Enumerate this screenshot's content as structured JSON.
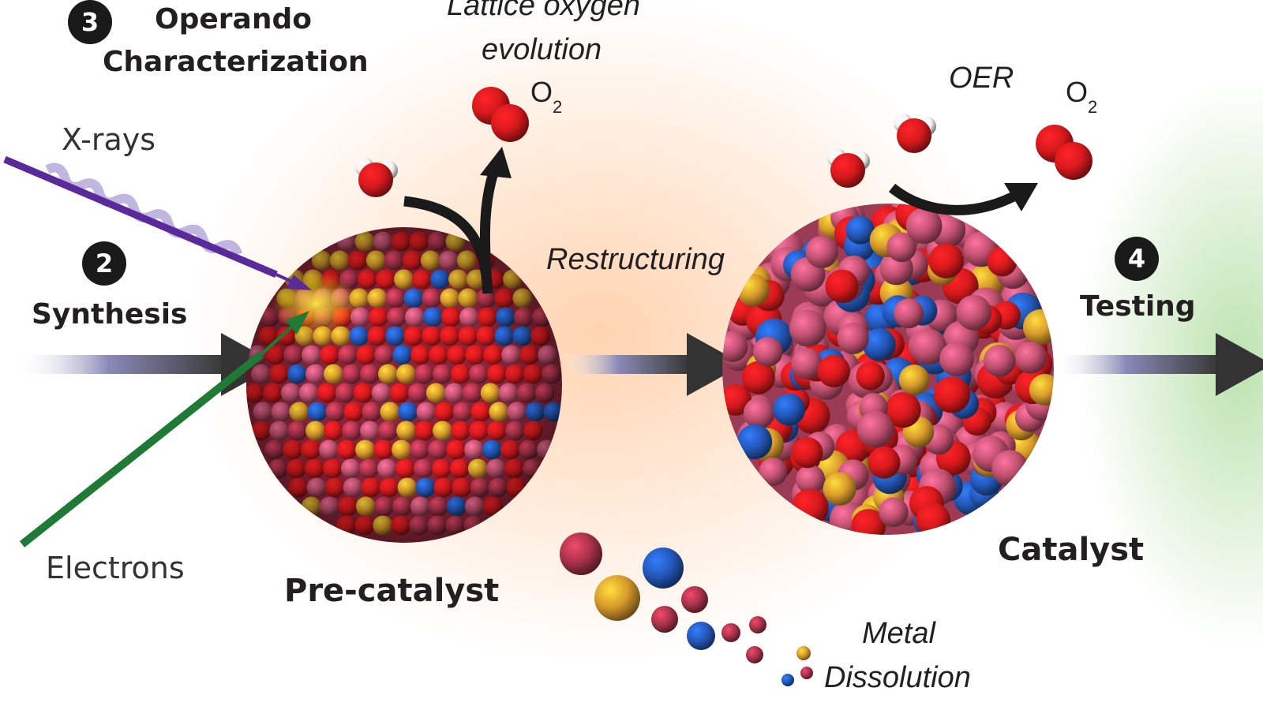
{
  "steps": {
    "characterization": {
      "number": "3",
      "line1": "Operando",
      "line2": "Characterization"
    },
    "synthesis": {
      "number": "2",
      "label": "Synthesis"
    },
    "testing": {
      "number": "4",
      "label": "Testing"
    }
  },
  "beams": {
    "xrays": "X-rays",
    "electrons": "Electrons"
  },
  "labels": {
    "lattice_line1": "Lattice oxygen",
    "lattice_line2": "evolution",
    "oer": "OER",
    "o2_main": "O",
    "o2_sub": "2",
    "restructuring": "Restructuring",
    "precatalyst": "Pre-catalyst",
    "catalyst": "Catalyst",
    "dissolution_line1": "Metal",
    "dissolution_line2": "Dissolution"
  },
  "colors": {
    "oxygen": "#d7191c",
    "metal_pink": "#c05070",
    "metal_maroon": "#a8324a",
    "metal_blue": "#2357b8",
    "metal_gold": "#d89a2a",
    "xray_beam": "#5a2a9a",
    "electron_beam": "#1f7a35",
    "arrow": "#333333"
  }
}
